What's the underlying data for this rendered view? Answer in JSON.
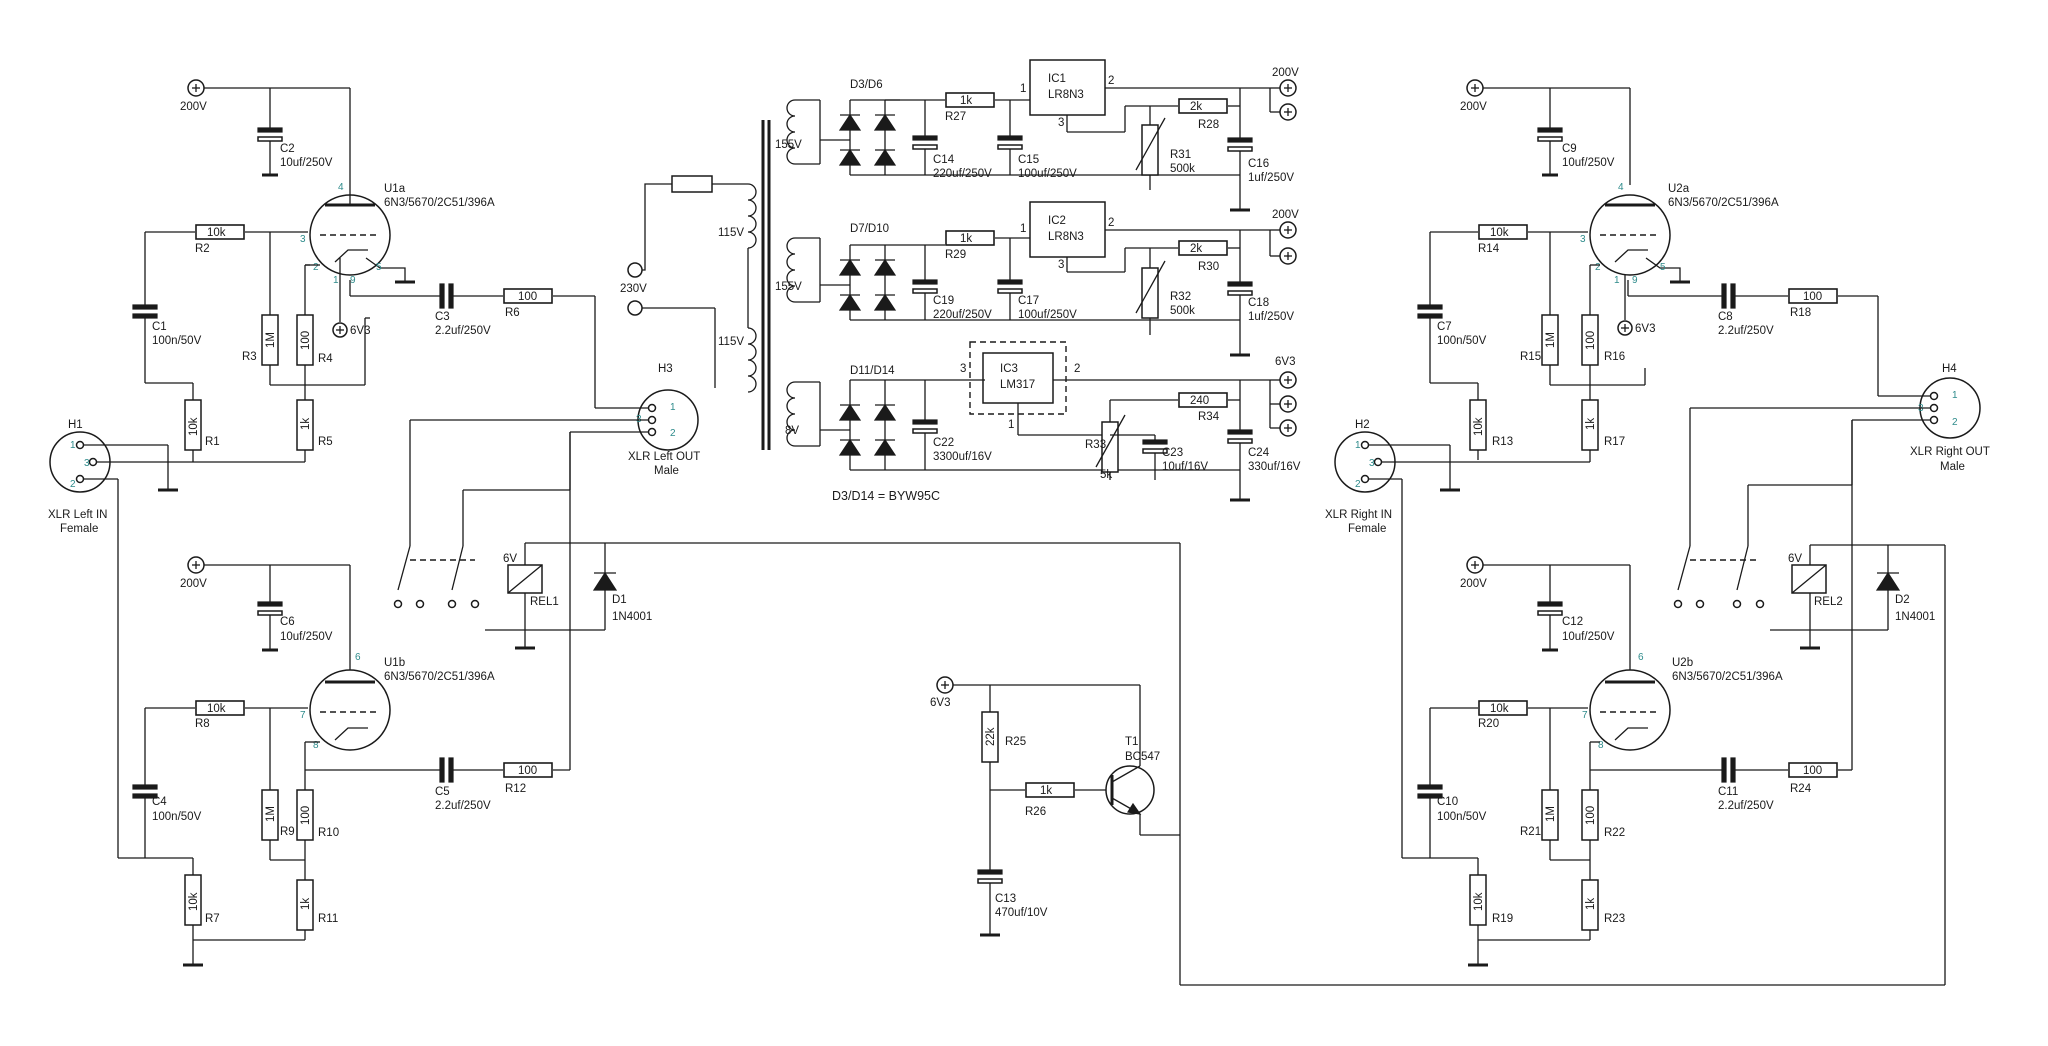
{
  "rails": {
    "left_top_200v": "200V",
    "left_bot_200v": "200V",
    "right_top_200v": "200V",
    "right_bot_200v": "200V",
    "psu_out1": "200V",
    "psu_out2": "200V",
    "psu_out3": "6V3",
    "u1a_heater": "6V3",
    "u2a_heater": "6V3",
    "driver_6v3": "6V3",
    "mains": "230V"
  },
  "tubes": {
    "u1a": {
      "name": "U1a",
      "type": "6N3/5670/2C51/396A",
      "pins": [
        "4",
        "3",
        "2",
        "1",
        "9",
        "5"
      ]
    },
    "u1b": {
      "name": "U1b",
      "type": "6N3/5670/2C51/396A",
      "pins": [
        "6",
        "7",
        "8"
      ]
    },
    "u2a": {
      "name": "U2a",
      "type": "6N3/5670/2C51/396A",
      "pins": [
        "4",
        "3",
        "2",
        "1",
        "9",
        "5"
      ]
    },
    "u2b": {
      "name": "U2b",
      "type": "6N3/5670/2C51/396A",
      "pins": [
        "6",
        "7",
        "8"
      ]
    }
  },
  "resistors": {
    "r1": {
      "name": "R1",
      "value": "10k"
    },
    "r2": {
      "name": "R2",
      "value": "10k"
    },
    "r3": {
      "name": "R3",
      "value": "1M"
    },
    "r4": {
      "name": "R4",
      "value": "100"
    },
    "r5": {
      "name": "R5",
      "value": "1k"
    },
    "r6": {
      "name": "R6",
      "value": "100"
    },
    "r7": {
      "name": "R7",
      "value": "10k"
    },
    "r8": {
      "name": "R8",
      "value": "10k"
    },
    "r9": {
      "name": "R9",
      "value": "1M"
    },
    "r10": {
      "name": "R10",
      "value": "100"
    },
    "r11": {
      "name": "R11",
      "value": "1k"
    },
    "r12": {
      "name": "R12",
      "value": "100"
    },
    "r13": {
      "name": "R13",
      "value": "10k"
    },
    "r14": {
      "name": "R14",
      "value": "10k"
    },
    "r15": {
      "name": "R15",
      "value": "1M"
    },
    "r16": {
      "name": "R16",
      "value": "100"
    },
    "r17": {
      "name": "R17",
      "value": "1k"
    },
    "r18": {
      "name": "R18",
      "value": "100"
    },
    "r19": {
      "name": "R19",
      "value": "10k"
    },
    "r20": {
      "name": "R20",
      "value": "10k"
    },
    "r21": {
      "name": "R21",
      "value": "1M"
    },
    "r22": {
      "name": "R22",
      "value": "100"
    },
    "r23": {
      "name": "R23",
      "value": "1k"
    },
    "r24": {
      "name": "R24",
      "value": "100"
    },
    "r25": {
      "name": "R25",
      "value": "22k"
    },
    "r26": {
      "name": "R26",
      "value": "1k"
    },
    "r27": {
      "name": "R27",
      "value": "1k"
    },
    "r28": {
      "name": "R28",
      "value": "2k"
    },
    "r29": {
      "name": "R29",
      "value": "1k"
    },
    "r30": {
      "name": "R30",
      "value": "2k"
    },
    "r34": {
      "name": "R34",
      "value": "240"
    }
  },
  "pots": {
    "r31": {
      "name": "R31",
      "value": "500k"
    },
    "r32": {
      "name": "R32",
      "value": "500k"
    },
    "r33": {
      "name": "R33",
      "value": "5k"
    }
  },
  "capacitors": {
    "c1": {
      "name": "C1",
      "value": "100n/50V"
    },
    "c2": {
      "name": "C2",
      "value": "10uf/250V"
    },
    "c3": {
      "name": "C3",
      "value": "2.2uf/250V"
    },
    "c4": {
      "name": "C4",
      "value": "100n/50V"
    },
    "c5": {
      "name": "C5",
      "value": "2.2uf/250V"
    },
    "c6": {
      "name": "C6",
      "value": "10uf/250V"
    },
    "c7": {
      "name": "C7",
      "value": "100n/50V"
    },
    "c8": {
      "name": "C8",
      "value": "2.2uf/250V"
    },
    "c9": {
      "name": "C9",
      "value": "10uf/250V"
    },
    "c10": {
      "name": "C10",
      "value": "100n/50V"
    },
    "c11": {
      "name": "C11",
      "value": "2.2uf/250V"
    },
    "c12": {
      "name": "C12",
      "value": "10uf/250V"
    },
    "c13": {
      "name": "C13",
      "value": "470uf/10V"
    },
    "c14": {
      "name": "C14",
      "value": "220uf/250V"
    },
    "c15": {
      "name": "C15",
      "value": "100uf/250V"
    },
    "c16": {
      "name": "C16",
      "value": "1uf/250V"
    },
    "c17": {
      "name": "C17",
      "value": "100uf/250V"
    },
    "c18": {
      "name": "C18",
      "value": "1uf/250V"
    },
    "c19": {
      "name": "C19",
      "value": "220uf/250V"
    },
    "c22": {
      "name": "C22",
      "value": "3300uf/16V"
    },
    "c23": {
      "name": "C23",
      "value": "10uf/16V"
    },
    "c24": {
      "name": "C24",
      "value": "330uf/16V"
    }
  },
  "connectors": {
    "h1": {
      "name": "H1",
      "caption1": "XLR Left IN",
      "caption2": "Female"
    },
    "h2": {
      "name": "H2",
      "caption1": "XLR Right IN",
      "caption2": "Female"
    },
    "h3": {
      "name": "H3",
      "caption1": "XLR Left OUT",
      "caption2": "Male"
    },
    "h4": {
      "name": "H4",
      "caption1": "XLR Right OUT",
      "caption2": "Male"
    },
    "pins": [
      "1",
      "2",
      "3"
    ]
  },
  "relays": {
    "rel1": {
      "name": "REL1",
      "coil": "6V"
    },
    "rel2": {
      "name": "REL2",
      "coil": "6V"
    }
  },
  "diodes": {
    "d1": {
      "name": "D1",
      "type": "1N4001"
    },
    "d2": {
      "name": "D2",
      "type": "1N4001"
    },
    "bridge1": "D3/D6",
    "bridge2": "D7/D10",
    "bridge3": "D11/D14",
    "bridge_note": "D3/D14 = BYW95C"
  },
  "transistor": {
    "name": "T1",
    "type": "BC547"
  },
  "regulators": {
    "ic1": {
      "name": "IC1",
      "type": "LR8N3"
    },
    "ic2": {
      "name": "IC2",
      "type": "LR8N3"
    },
    "ic3": {
      "name": "IC3",
      "type": "LM317"
    },
    "pins": [
      "1",
      "2",
      "3"
    ]
  },
  "transformer": {
    "primary1": "115V",
    "primary2": "115V",
    "sec1": "155V",
    "sec2": "155V",
    "sec3": "8V"
  }
}
